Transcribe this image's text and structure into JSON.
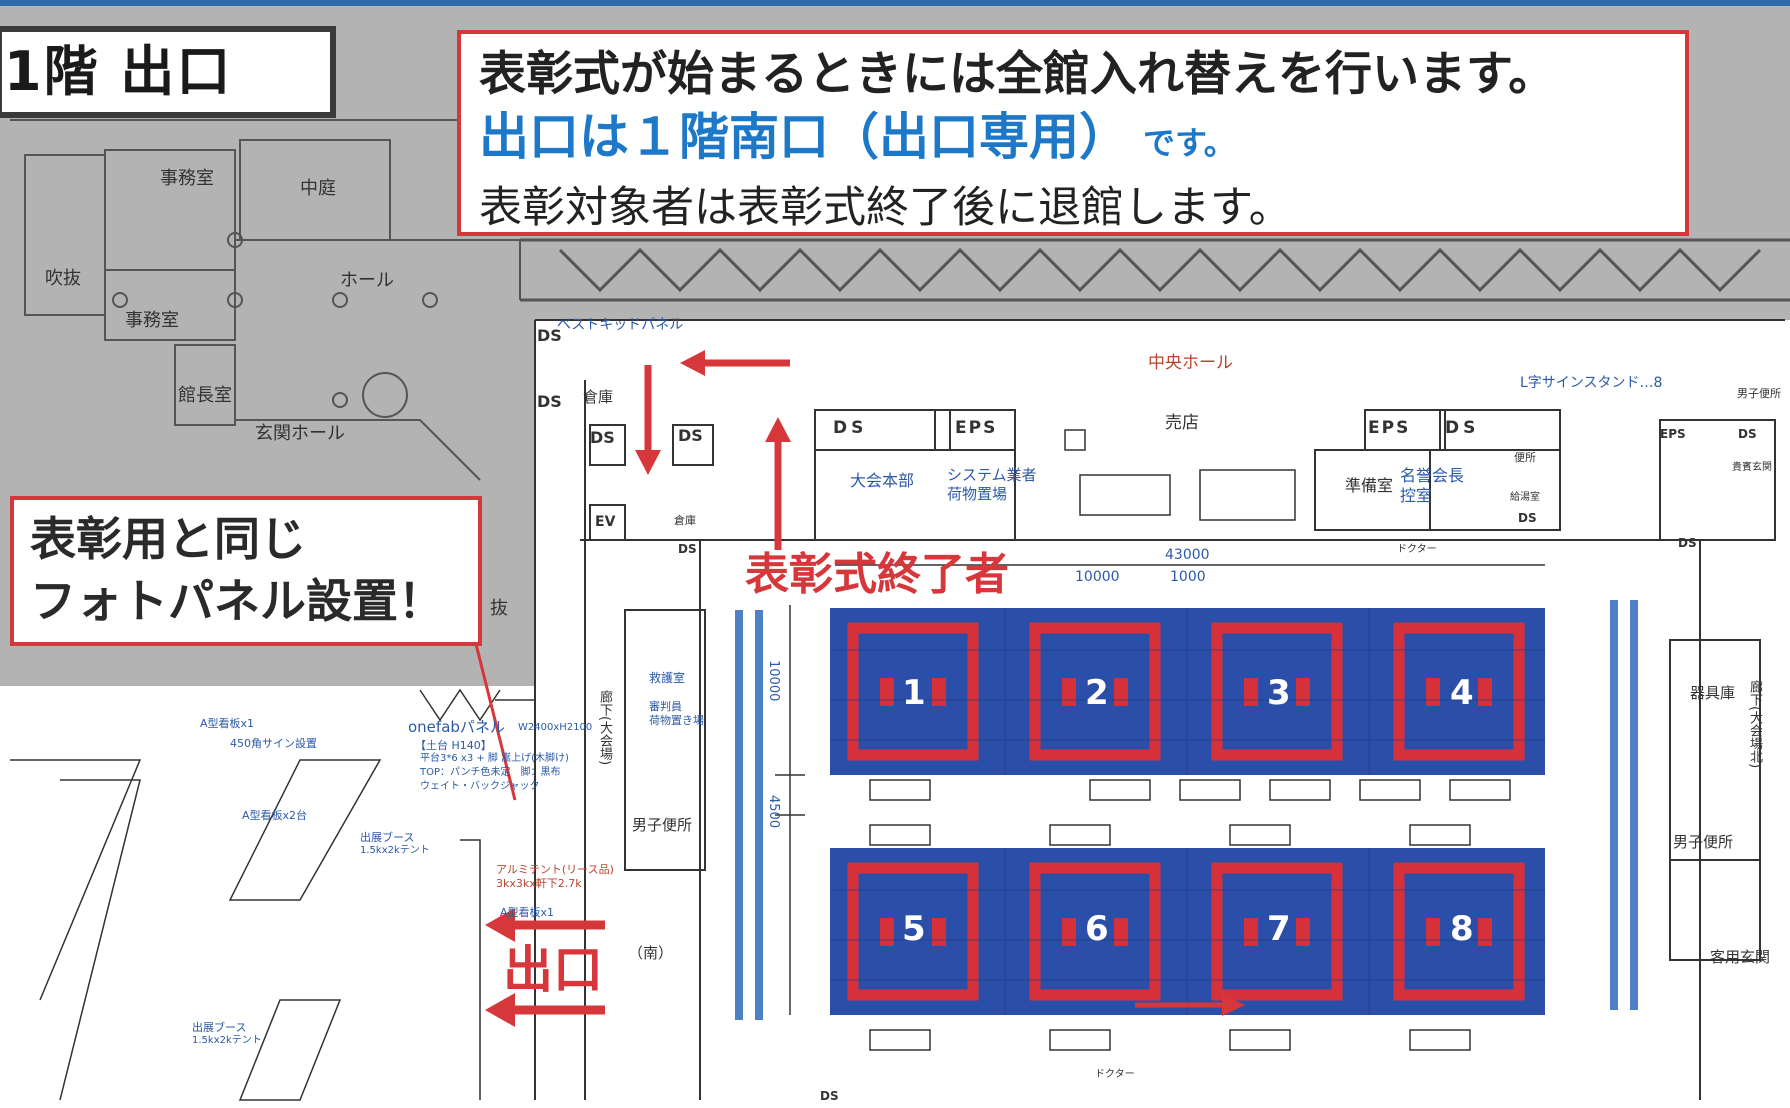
{
  "floor_title": "1階 出口",
  "notice": {
    "line1": "表彰式が始まるときには全館入れ替えを行います。",
    "line2_main": "出口は１階南口（出口専用）",
    "line2_suffix": "です。",
    "line3": "表彰対象者は表彰式終了後に退館します。"
  },
  "photo_panel_note": [
    "表彰用と同じ",
    "フォトパネル設置！"
  ],
  "callouts": {
    "finishers": "表彰式終了者",
    "exit": "出口"
  },
  "colors": {
    "accent_red": "#d5373b",
    "notice_blue": "#1e78c8",
    "court_blue": "#2b4fa8",
    "court_red": "#d6303a"
  },
  "rooms": {
    "office1": "事務室",
    "courtyard": "中庭",
    "hall": "ホール",
    "atrium": "吹抜",
    "office2": "事務室",
    "director": "館長室",
    "entrance_hall": "玄関ホール",
    "atrium2": "抜",
    "central_hall": "中央ホール",
    "shop": "売店",
    "hq": "大会本部",
    "system_storage": "システム業者\n荷物置場",
    "prep_room": "準備室",
    "honorary_room": "名誉会長\n控室",
    "storage": "倉庫",
    "storage2": "倉庫",
    "first_aid": "救護室",
    "judges_storage": "審判員\n荷物置き場",
    "mens_restroom": "男子便所",
    "mens_restroom2": "男子便所",
    "mens_restroom3": "男子便所",
    "equipment": "器具庫",
    "guest_entrance": "客用玄関",
    "south_gate": "（南）",
    "corridor_south": "廊下(大会場)",
    "corridor_north": "廊下(大会場北)",
    "vip_entrance": "貴賓玄関",
    "doctor": "ドクター",
    "doctor2": "ドクター",
    "restroom": "便所",
    "hot_water": "給湯室",
    "ev": "EV"
  },
  "small_labels": {
    "best_kid_panel": "ベストキッドパネル",
    "l_sign": "L字サインスタンド…8",
    "onefab": "onefabパネル",
    "onefab_size": "W2400xH2100",
    "onefab_base": "【土台 H140】",
    "onefab_spec1": "平台3*6 x3 + 脚 嵩上げ(木脚け)",
    "onefab_spec2": "TOP：パンチ色未定　脚：黒布",
    "onefab_spec3": "ウェイト・バックジャック",
    "a_sign1": "A型看板x1",
    "a_sign2": "A型看板x2台",
    "a_sign3": "A型看板x1",
    "sign_450": "450角サイン設置",
    "booth1": "出展ブース",
    "booth1_size": "1.5kx2kテント",
    "booth2": "出展ブース",
    "booth2_size": "1.5kx2kテント",
    "tent": "アルミテント(リース品)",
    "tent_size": "3kx3kx軒下2.7k",
    "dim_total": "43000",
    "dim_court": "10000",
    "dim_gap": "1000",
    "dim_vertical": "10000",
    "dim_aisle": "4500"
  },
  "ds_labels": [
    "DS",
    "DS",
    "DS",
    "DS",
    "DS",
    "DS",
    "DS",
    "DS",
    "DS",
    "DS",
    "DS"
  ],
  "eps_labels": [
    "EPS",
    "EPS",
    "EPS"
  ],
  "courts": [
    "1",
    "2",
    "3",
    "4",
    "5",
    "6",
    "7",
    "8"
  ]
}
